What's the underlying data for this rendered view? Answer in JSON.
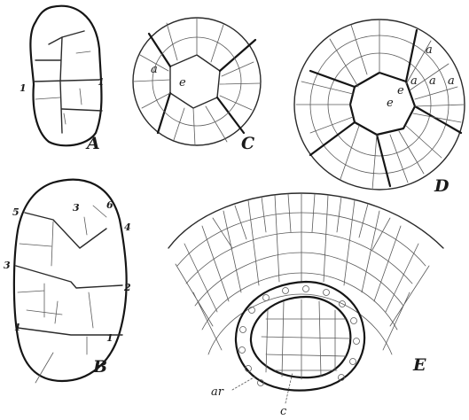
{
  "panels": {
    "A": {
      "letter": "A",
      "numbers": [
        "1",
        "1"
      ]
    },
    "B": {
      "letter": "B",
      "numbers": [
        "3",
        "6",
        "5",
        "4",
        "3",
        "2",
        "1",
        "1"
      ]
    },
    "C": {
      "letter": "C",
      "cell_labels": [
        "a",
        "e"
      ]
    },
    "D": {
      "letter": "D",
      "cell_labels": [
        "a",
        "a",
        "a",
        "a",
        "e",
        "e"
      ]
    },
    "E": {
      "letter": "E",
      "leaders": [
        "ar",
        "c"
      ]
    }
  }
}
